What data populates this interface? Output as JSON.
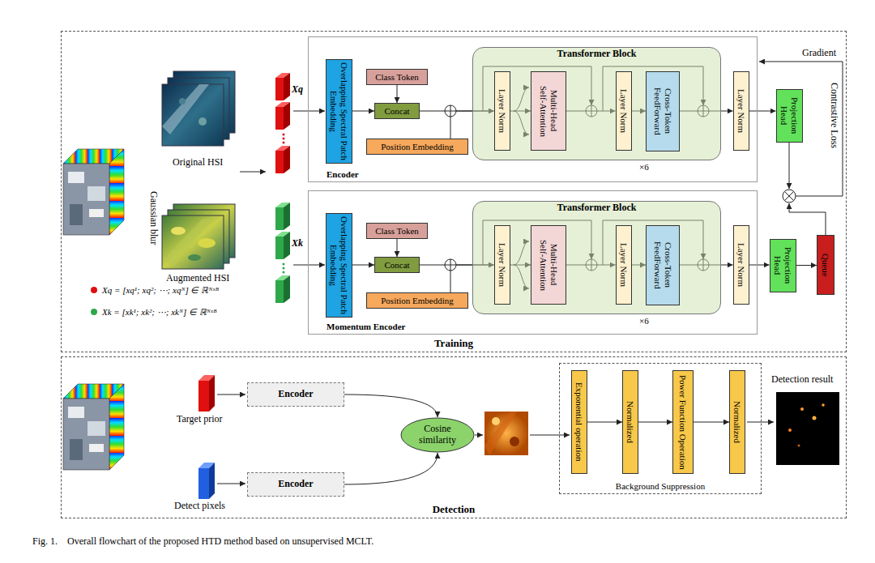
{
  "diagram": {
    "caption": "Fig. 1.    Overall flowchart of the proposed HTD method based on unsupervised MCLT.",
    "nodes": [
      {
        "text": [
          "Training"
        ]
      },
      {
        "text": [
          "Encoder"
        ],
        "in": 0
      },
      {
        "text": [
          "Overlapping Spectral Patch Embedding"
        ],
        "in": 1
      },
      {
        "text": [
          "Class Token"
        ],
        "in": 1
      },
      {
        "text": [
          "Concat"
        ],
        "in": 1
      },
      {
        "text": [
          "Position Embedding"
        ],
        "in": 1
      },
      {
        "text": [
          "Transformer Block"
        ],
        "in": 1
      },
      {
        "text": [
          "Layer Norm"
        ],
        "in": 6
      },
      {
        "text": [
          "Multi-Head Self-Attention"
        ],
        "in": 6
      },
      {
        "text": [
          "Layer Norm"
        ],
        "in": 6
      },
      {
        "text": [
          "Cross-Token FeedForward"
        ],
        "in": 6
      },
      {
        "text": [
          "Layer Norm"
        ],
        "in": 1
      },
      {
        "text": [
          "Projection Head"
        ],
        "in": 0
      },
      {
        "text": [
          "Momentum Encoder"
        ],
        "in": 0
      },
      {
        "text": [
          "Overlapping Spectral Patch Embedding"
        ],
        "in": 13
      },
      {
        "text": [
          "Class Token"
        ],
        "in": 13
      },
      {
        "text": [
          "Concat"
        ],
        "in": 13
      },
      {
        "text": [
          "Position Embedding"
        ],
        "in": 13
      },
      {
        "text": [
          "Transformer Block"
        ],
        "in": 13
      },
      {
        "text": [
          "Layer Norm"
        ],
        "in": 18
      },
      {
        "text": [
          "Multi-Head Self-Attention"
        ],
        "in": 18
      },
      {
        "text": [
          "Layer Norm"
        ],
        "in": 18
      },
      {
        "text": [
          "Cross-Token FeedForward"
        ],
        "in": 18
      },
      {
        "text": [
          "Layer Norm"
        ],
        "in": 13
      },
      {
        "text": [
          "Projection Head"
        ],
        "in": 0
      },
      {
        "text": [
          "Queue"
        ],
        "in": 0
      },
      {
        "text": [
          "Detection"
        ]
      },
      {
        "text": [
          "Encoder"
        ],
        "in": 26
      },
      {
        "text": [
          "Encoder"
        ],
        "in": 26
      },
      {
        "text": [
          "Cosine similarity"
        ],
        "in": 26
      },
      {
        "text": [
          "Background Suppression"
        ],
        "in": 26
      },
      {
        "text": [
          "Exponential operation"
        ],
        "in": 30
      },
      {
        "text": [
          "Normalized"
        ],
        "in": 30
      },
      {
        "text": [
          "Power Function Operation"
        ],
        "in": 30
      },
      {
        "text": [
          "Normalized"
        ],
        "in": 30
      }
    ],
    "edges": [
      {
        "from": 2,
        "to": 4,
        "arrow": "to"
      },
      {
        "from": 3,
        "to": 4,
        "arrow": "to"
      },
      {
        "from": 4,
        "to": 7,
        "arrow": "to"
      },
      {
        "from": 5,
        "to": 7,
        "arrow": "to"
      },
      {
        "from": 7,
        "to": 8,
        "arrow": "to"
      },
      {
        "from": 8,
        "to": 9,
        "arrow": "to"
      },
      {
        "from": 9,
        "to": 10,
        "arrow": "to"
      },
      {
        "from": 10,
        "to": 11,
        "arrow": "to"
      },
      {
        "from": 11,
        "to": 12,
        "arrow": "to"
      },
      {
        "from": 14,
        "to": 16,
        "arrow": "to"
      },
      {
        "from": 15,
        "to": 16,
        "arrow": "to"
      },
      {
        "from": 16,
        "to": 19,
        "arrow": "to"
      },
      {
        "from": 17,
        "to": 19,
        "arrow": "to"
      },
      {
        "from": 19,
        "to": 20,
        "arrow": "to"
      },
      {
        "from": 20,
        "to": 21,
        "arrow": "to"
      },
      {
        "from": 21,
        "to": 22,
        "arrow": "to"
      },
      {
        "from": 22,
        "to": 23,
        "arrow": "to"
      },
      {
        "from": 23,
        "to": 24,
        "arrow": "to"
      },
      {
        "from": 24,
        "to": 25,
        "arrow": "to"
      },
      {
        "from": 27,
        "to": 29,
        "arrow": "to"
      },
      {
        "from": 28,
        "to": 29,
        "arrow": "to"
      },
      {
        "from": 31,
        "to": 32,
        "arrow": "to"
      },
      {
        "from": 32,
        "to": 33,
        "arrow": "to"
      },
      {
        "from": 33,
        "to": 34,
        "arrow": "to"
      }
    ],
    "labels": [
      "Original HSI",
      "Gaussian blur",
      "Augmented HSI",
      "Xq",
      "Xk",
      "Gradient",
      "Contrastive Loss",
      "×6",
      "×6",
      "Target prior",
      "Detect pixels",
      "Detection result"
    ],
    "legend": [
      {
        "text": "Xq = [xq¹; xq²; ⋯; xqᴺ] ∈ ℝᴺˣᴮ",
        "color": "#e01010"
      },
      {
        "text": "Xk = [xk¹; xk²; ⋯; xkᴺ] ∈ ℝᴺˣᴮ",
        "color": "#2ea84a"
      }
    ]
  }
}
